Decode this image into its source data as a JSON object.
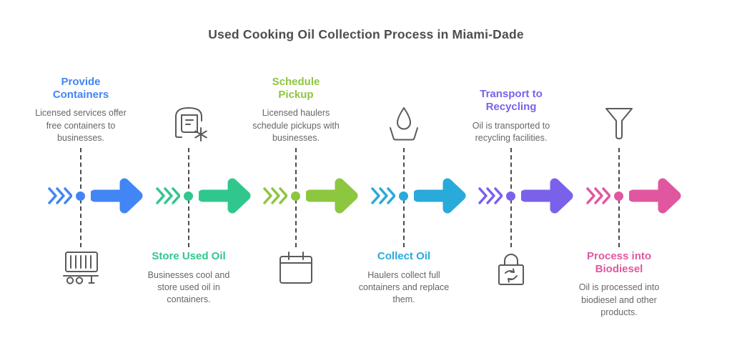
{
  "title": "Used Cooking Oil Collection Process in Miami-Dade",
  "colors": {
    "background": "#ffffff",
    "heading_text": "#4e4e4e",
    "body_text": "#666666",
    "icon_stroke": "#595a5c",
    "dashed_line": "#4b4b4b"
  },
  "steps": [
    {
      "title": "Provide Containers",
      "description": "Licensed services offer free containers to businesses.",
      "color": "#4285F4",
      "icon": "trailer-container-icon",
      "title_position": "top"
    },
    {
      "title": "Store Used Oil",
      "description": "Businesses cool and store used oil in containers.",
      "color": "#30C78D",
      "icon": "cold-storage-snowflake-icon",
      "title_position": "bottom"
    },
    {
      "title": "Schedule Pickup",
      "description": "Licensed haulers schedule pickups with businesses.",
      "color": "#8DC63F",
      "icon": "calendar-icon",
      "title_position": "top"
    },
    {
      "title": "Collect Oil",
      "description": "Haulers collect full containers and replace them.",
      "color": "#28AADB",
      "icon": "oil-drop-bowl-icon",
      "title_position": "bottom"
    },
    {
      "title": "Transport to Recycling",
      "description": "Oil is transported to recycling facilities.",
      "color": "#7B61EA",
      "icon": "recycle-lock-icon",
      "title_position": "top"
    },
    {
      "title": "Process into Biodiesel",
      "description": "Oil is processed into biodiesel and other products.",
      "color": "#E0579F",
      "icon": "funnel-icon",
      "title_position": "bottom"
    }
  ]
}
